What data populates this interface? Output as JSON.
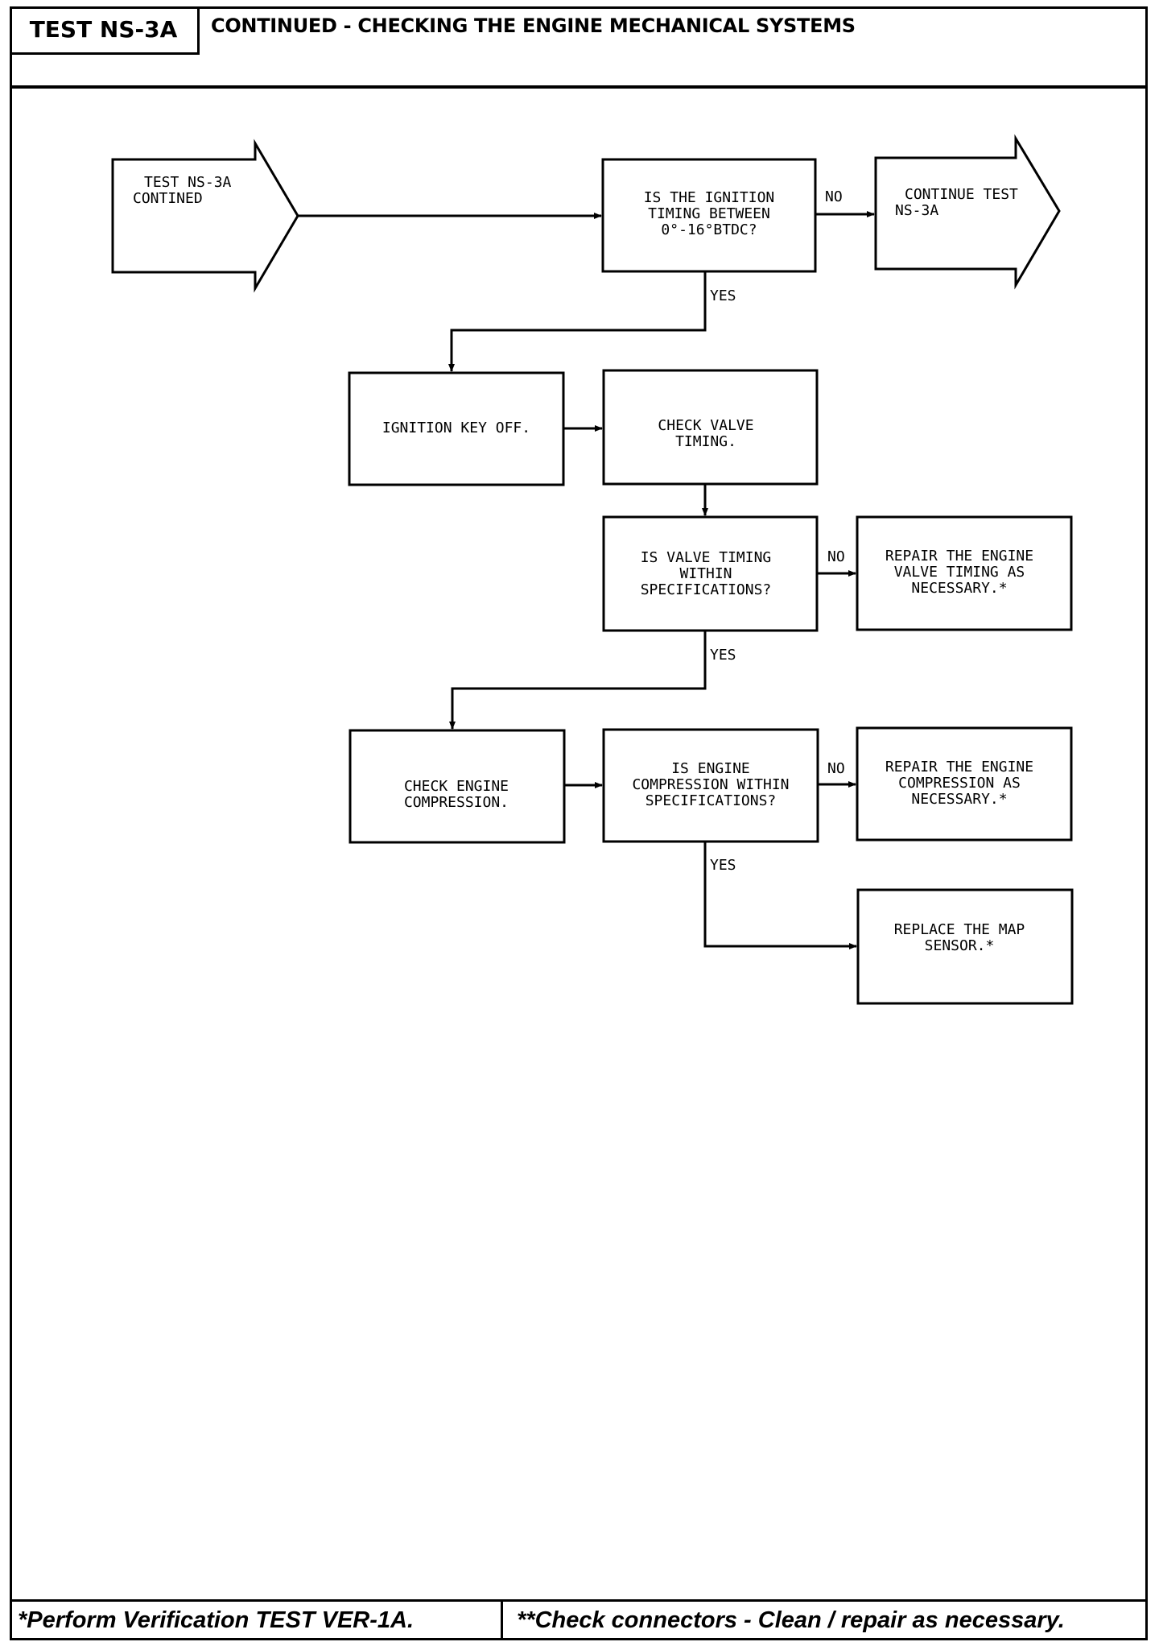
{
  "header": {
    "title": "TEST NS-3A",
    "subtitle": "CONTINUED - CHECKING THE ENGINE MECHANICAL SYSTEMS"
  },
  "flowchart": {
    "entry_arrow": [
      "TEST NS-3A",
      "CONTINED"
    ],
    "exit_arrow": [
      "CONTINUE TEST",
      "NS-3A"
    ],
    "q_ignition_timing": [
      "IS THE IGNITION",
      "TIMING BETWEEN",
      "0°-16°BTDC?"
    ],
    "ignition_key_off": [
      "IGNITION KEY OFF."
    ],
    "check_valve_timing": [
      "CHECK VALVE",
      "TIMING."
    ],
    "q_valve_timing": [
      "IS VALVE TIMING",
      "WITHIN",
      "SPECIFICATIONS?"
    ],
    "repair_valve_timing": [
      "REPAIR THE ENGINE",
      "VALVE TIMING AS",
      "NECESSARY.*"
    ],
    "check_compression": [
      "CHECK ENGINE",
      "COMPRESSION."
    ],
    "q_compression": [
      "IS ENGINE",
      "COMPRESSION WITHIN",
      "SPECIFICATIONS?"
    ],
    "repair_compression": [
      "REPAIR THE ENGINE",
      "COMPRESSION AS",
      "NECESSARY.*"
    ],
    "replace_map_sensor": [
      "REPLACE THE MAP",
      "SENSOR.*"
    ],
    "labels": {
      "no": "NO",
      "yes": "YES"
    }
  },
  "footer": {
    "left_note": "*Perform Verification TEST VER-1A.",
    "right_note": "**Check connectors - Clean / repair as necessary."
  }
}
